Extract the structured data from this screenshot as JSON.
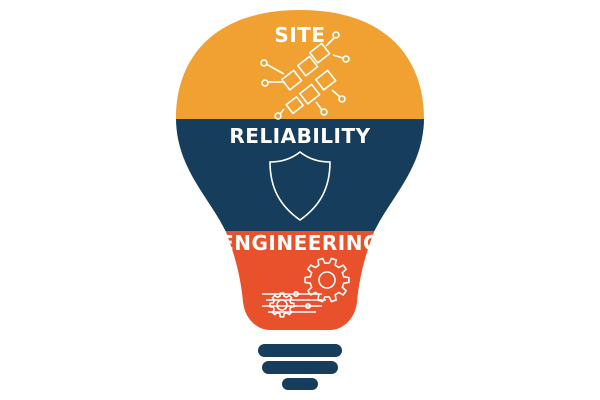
{
  "sections": [
    {
      "id": "site",
      "label": "SITE",
      "color": "#f0a132",
      "icon": "circuit-board-icon"
    },
    {
      "id": "reliability",
      "label": "RELIABILITY",
      "color": "#173d5c",
      "icon": "shield-icon"
    },
    {
      "id": "engineering",
      "label": "ENGINEERING",
      "color": "#e8512b",
      "icon": "gears-icon"
    }
  ],
  "base_color": "#173d5c",
  "line_color": "#ffffff"
}
